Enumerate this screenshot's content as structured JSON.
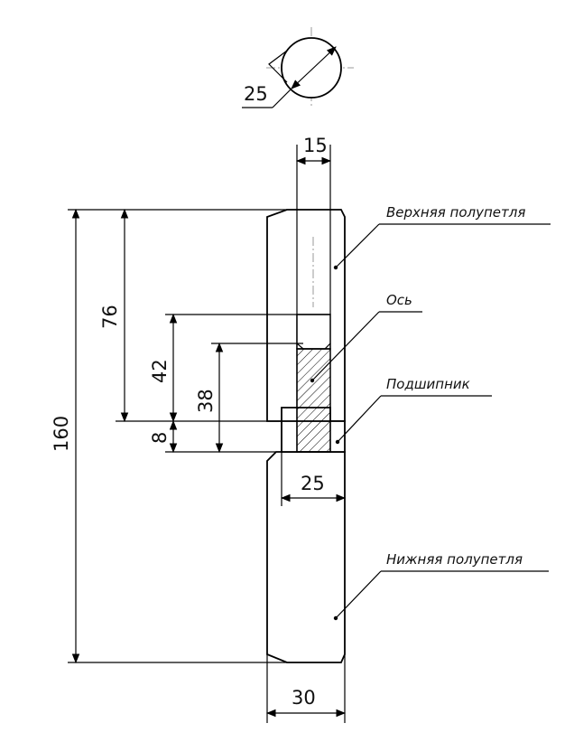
{
  "dimensions": {
    "axis_diameter": "25",
    "axis_width": "15",
    "total_height": "160",
    "upper_height": "76",
    "bushing_height": "42",
    "axis_length": "38",
    "bearing_height": "8",
    "bearing_width": "25",
    "body_width": "30"
  },
  "labels": {
    "upper_half": "Верхняя полупетля",
    "axis": "Ось",
    "bearing": "Подшипник",
    "lower_half": "Нижняя полупетля"
  }
}
